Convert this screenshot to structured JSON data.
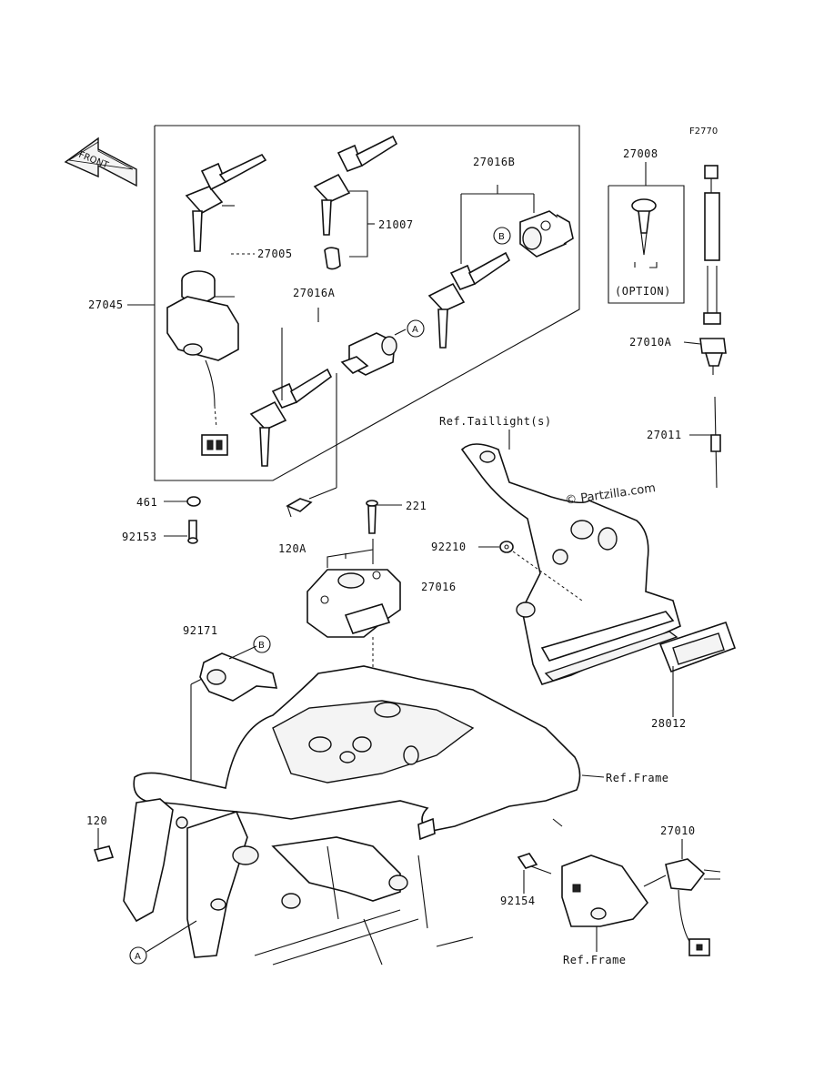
{
  "diagram": {
    "figure_code": "F2770",
    "front_label": "FRONT",
    "option_label": "(OPTION)",
    "watermark": "© Partzilla.com",
    "callout_a": "A",
    "callout_b": "B",
    "parts": {
      "p27005": "27005",
      "p21007": "21007",
      "p27016B": "27016B",
      "p27008": "27008",
      "p27045": "27045",
      "p27016A": "27016A",
      "p27010A": "27010A",
      "p27011": "27011",
      "p461": "461",
      "p92153": "92153",
      "p221": "221",
      "p120A": "120A",
      "p27016": "27016",
      "p92210": "92210",
      "p92171": "92171",
      "p28012": "28012",
      "p120": "120",
      "p27010": "27010",
      "p92154": "92154"
    },
    "refs": {
      "taillight": "Ref.Taillight(s)",
      "frame1": "Ref.Frame",
      "frame2": "Ref.Frame"
    }
  }
}
